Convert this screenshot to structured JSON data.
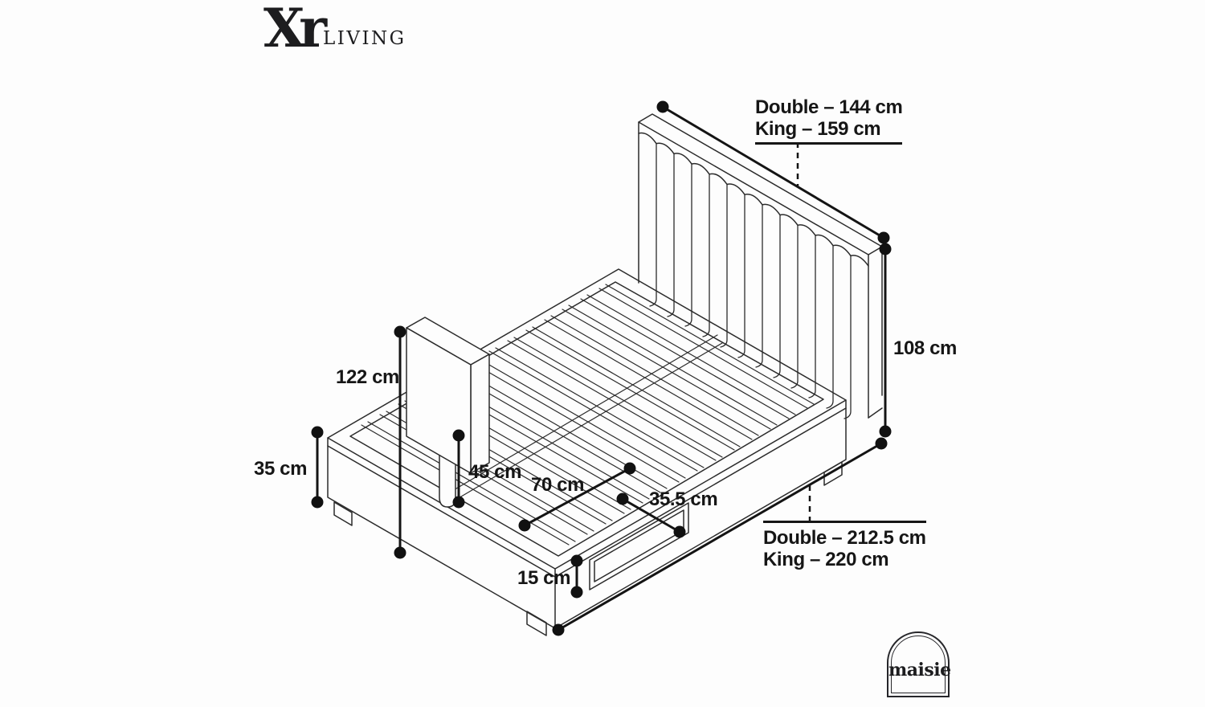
{
  "brand": {
    "logo_main": "Xr",
    "logo_sub": "LIVING"
  },
  "stamp": {
    "text": "maisie"
  },
  "dimensions": {
    "headboard_width_double": "Double – 144 cm",
    "headboard_width_king": "King – 159 cm",
    "headboard_height": "108 cm",
    "tv_mount_height": "122 cm",
    "base_height": "35 cm",
    "tv_bracket_height": "45 cm",
    "tv_bracket_width": "70 cm",
    "drawer_width": "35.5 cm",
    "drawer_height": "15 cm",
    "length_double": "Double – 212.5 cm",
    "length_king": "King – 220 cm"
  },
  "diagram": {
    "subject": "TV ottoman bed line drawing",
    "line_color": "#2b2b2b",
    "dimension_color": "#141414",
    "background": "#fdfdfd"
  }
}
